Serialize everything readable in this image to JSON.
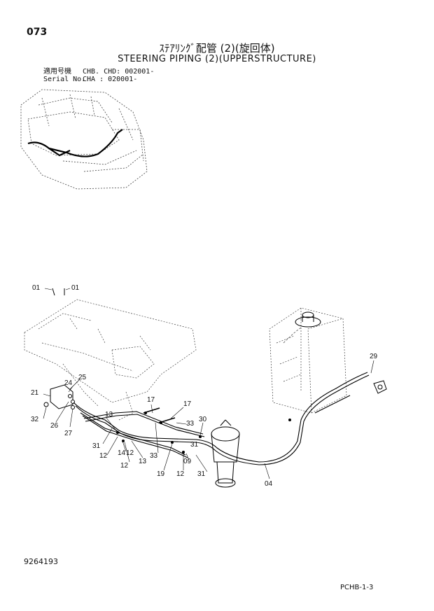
{
  "page": {
    "number": "073"
  },
  "title": {
    "japanese": "ｽﾃｱﾘﾝｸﾞ配管 (2)(旋回体)",
    "english": "STEERING PIPING (2)(UPPERSTRUCTURE)"
  },
  "serial": {
    "row1_label": "適用号機",
    "row1_value": "CHB. CHD: 002001-",
    "row2_label": "Serial No.",
    "row2_value": "CHA      : 020001-"
  },
  "callouts": [
    "01",
    "01",
    "04",
    "09",
    "12",
    "12",
    "12",
    "12",
    "13",
    "13",
    "14",
    "17",
    "17",
    "19",
    "21",
    "24",
    "25",
    "26",
    "27",
    "29",
    "30",
    "31",
    "31",
    "31",
    "32",
    "33",
    "33"
  ],
  "footer": {
    "drawing_number": "9264193",
    "page_ref": "PCHB-1-3"
  }
}
